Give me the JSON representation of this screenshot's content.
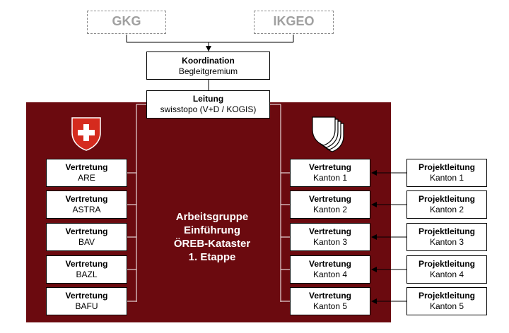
{
  "top_groups": {
    "left": "GKG",
    "right": "IKGEO"
  },
  "koordination": {
    "title": "Koordination",
    "subtitle": "Begleitgremium"
  },
  "leitung": {
    "title": "Leitung",
    "subtitle": "swisstopo (V+D / KOGIS)"
  },
  "arbeitsgruppe": {
    "lines": [
      "Arbeitsgruppe",
      "Einführung",
      "ÖREB-Kataster",
      "1. Etappe"
    ]
  },
  "bund_vertretungen": [
    {
      "title": "Vertretung",
      "subtitle": "ARE"
    },
    {
      "title": "Vertretung",
      "subtitle": "ASTRA"
    },
    {
      "title": "Vertretung",
      "subtitle": "BAV"
    },
    {
      "title": "Vertretung",
      "subtitle": "BAZL"
    },
    {
      "title": "Vertretung",
      "subtitle": "BAFU"
    }
  ],
  "kanton_vertretungen": [
    {
      "title": "Vertretung",
      "subtitle": "Kanton 1"
    },
    {
      "title": "Vertretung",
      "subtitle": "Kanton 2"
    },
    {
      "title": "Vertretung",
      "subtitle": "Kanton 3"
    },
    {
      "title": "Vertretung",
      "subtitle": "Kanton 4"
    },
    {
      "title": "Vertretung",
      "subtitle": "Kanton 5"
    }
  ],
  "projektleitungen": [
    {
      "title": "Projektleitung",
      "subtitle": "Kanton 1"
    },
    {
      "title": "Projektleitung",
      "subtitle": "Kanton 2"
    },
    {
      "title": "Projektleitung",
      "subtitle": "Kanton 3"
    },
    {
      "title": "Projektleitung",
      "subtitle": "Kanton 4"
    },
    {
      "title": "Projektleitung",
      "subtitle": "Kanton 5"
    }
  ],
  "colors": {
    "area": "#6b0a0f",
    "swiss_red": "#d52b1e",
    "dashed_text": "#a0a0a0"
  },
  "icons": {
    "federal": "swiss-cross-shield-icon",
    "cantons": "canton-shields-stack-icon"
  }
}
